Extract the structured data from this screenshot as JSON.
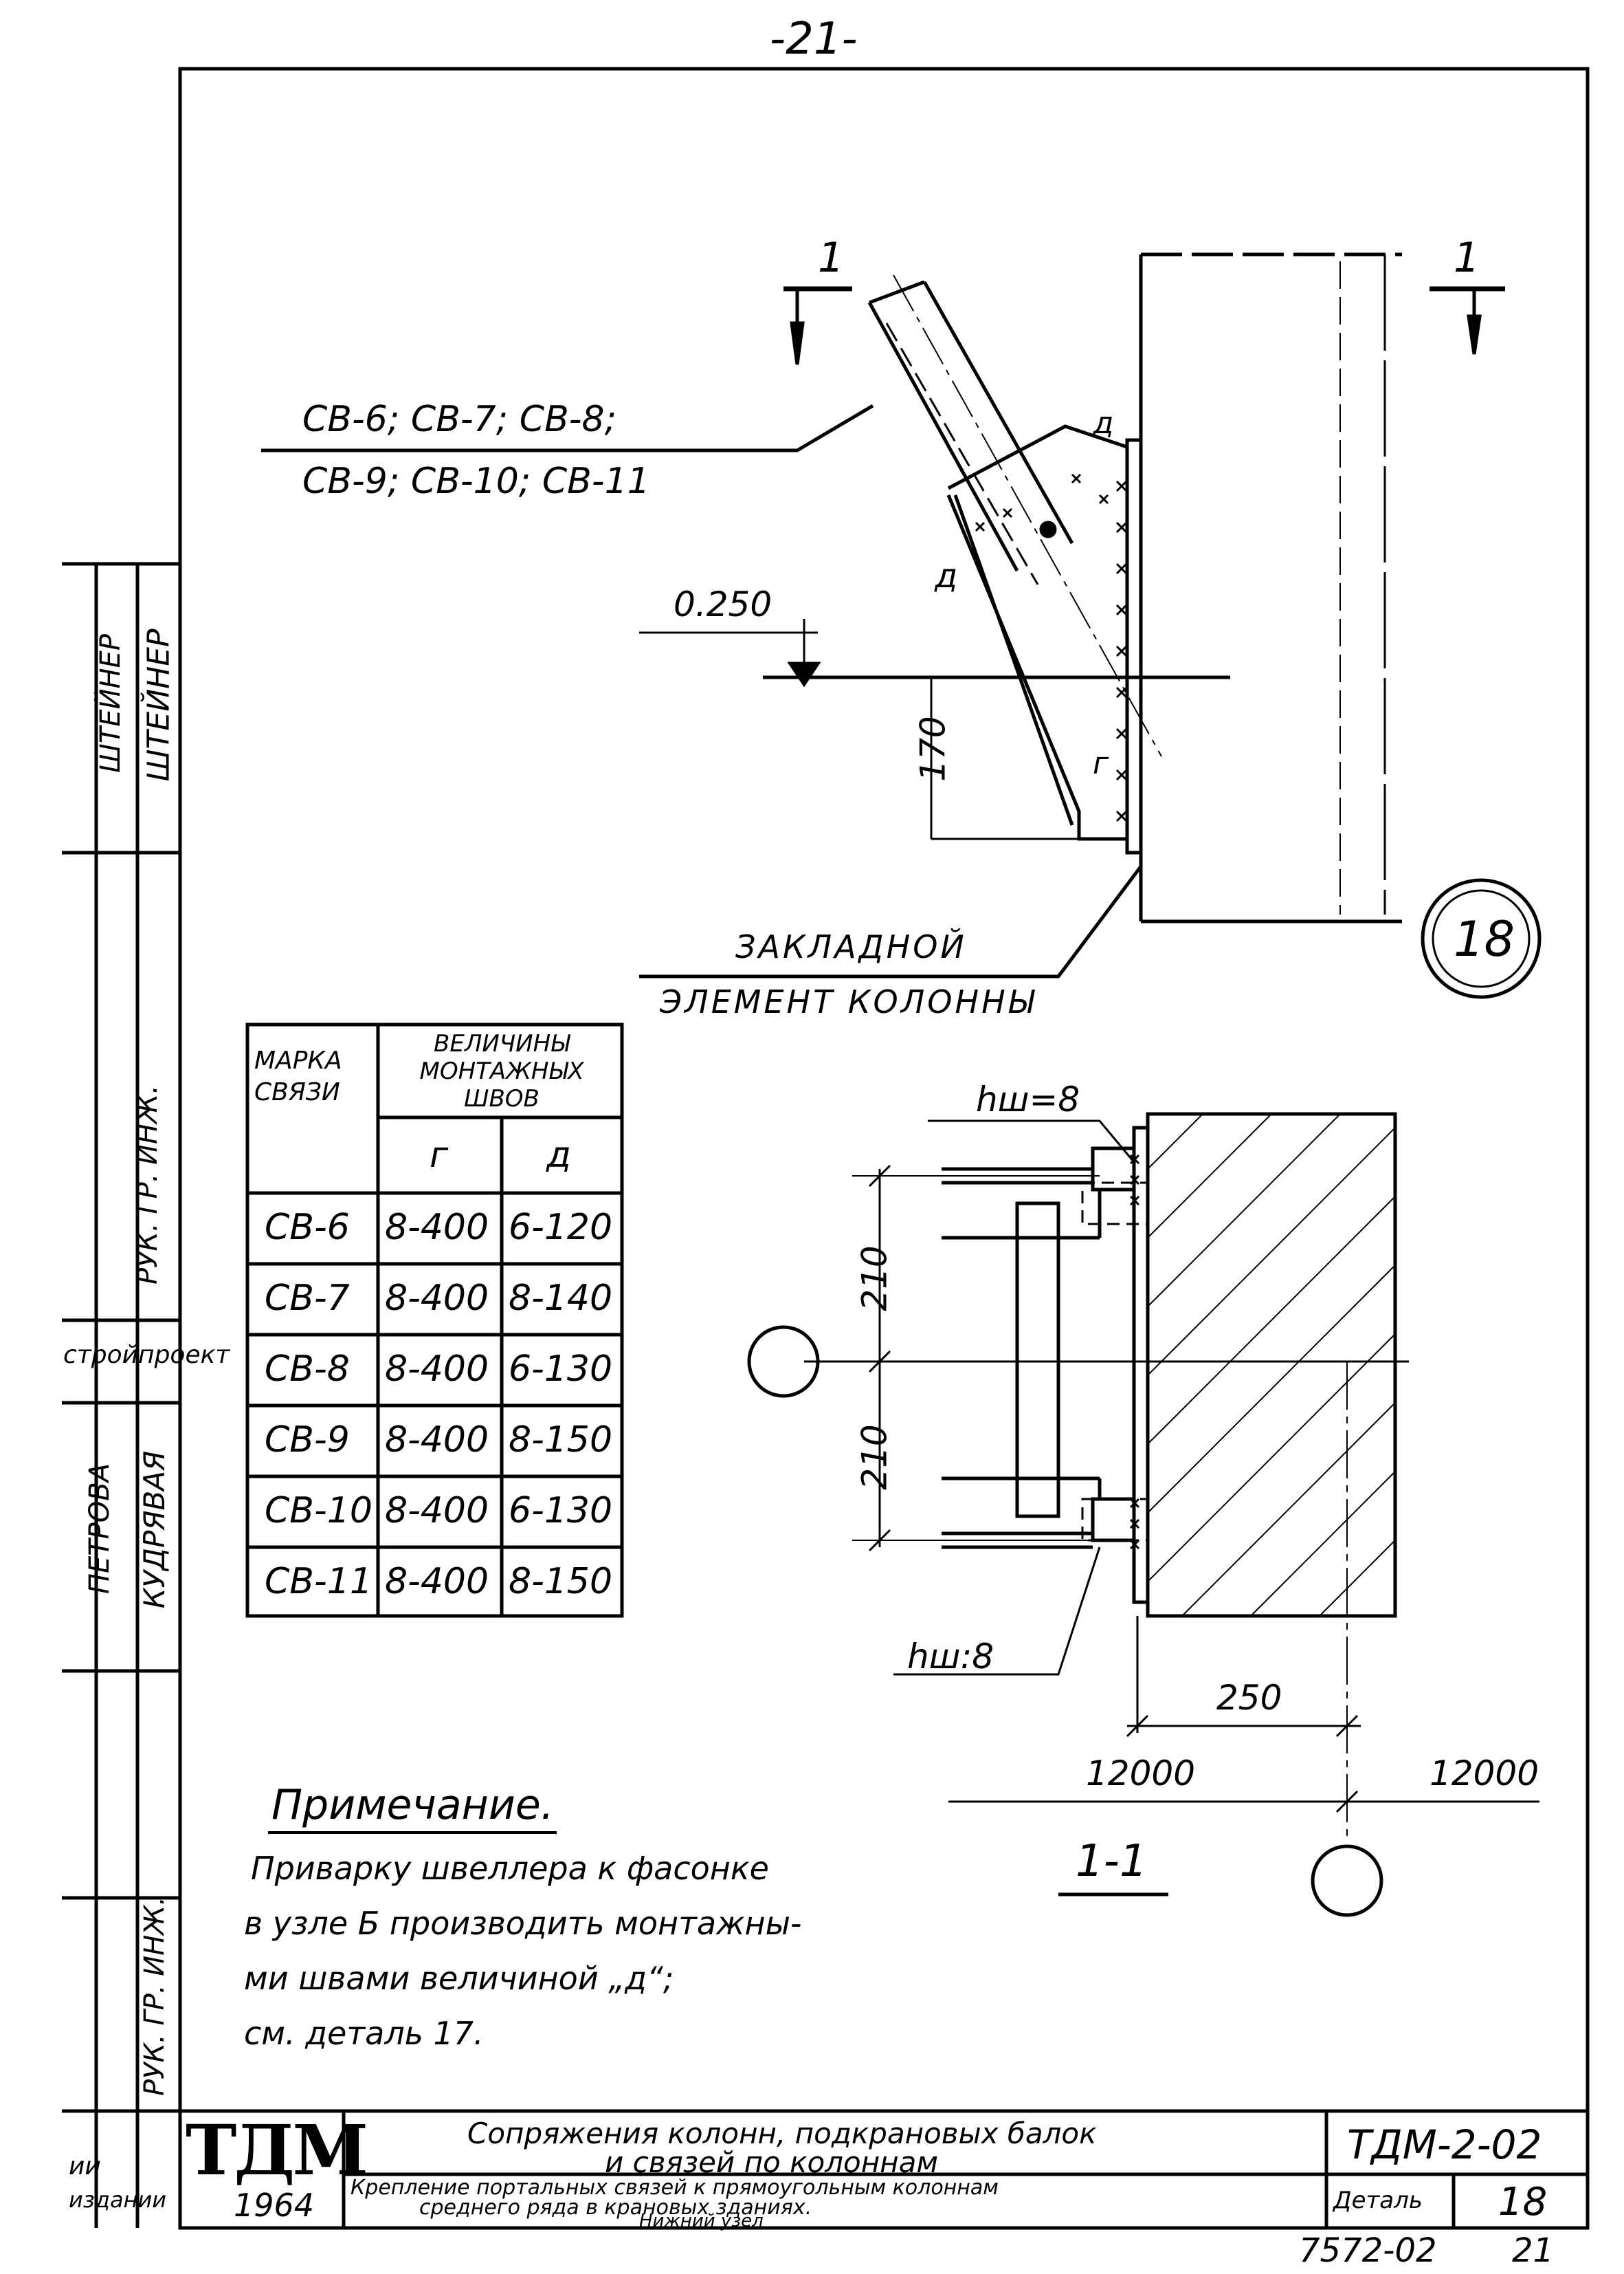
{
  "page_number": "-21-",
  "section_markers": {
    "left": "1",
    "right": "1"
  },
  "brace_marks": "СВ-6; СВ-7; СВ-8;",
  "brace_marks_2": "СВ-9; СВ-10; СВ-11",
  "elevation": "0.250",
  "dim_170": "170",
  "weld_g": "г",
  "weld_d": "д",
  "embedded_label_1": "ЗАКЛАДНОЙ",
  "embedded_label_2": "ЭЛЕМЕНТ КОЛОННЫ",
  "detail_circle": "18",
  "table": {
    "col1_header": "МАРКА СВЯЗИ",
    "col2_header": "ВЕЛИЧИНЫ МОНТАЖНЫХ ШВОВ",
    "sub_g": "г",
    "sub_d": "д",
    "rows": [
      {
        "mark": "СВ-6",
        "g": "8-400",
        "d": "6-120"
      },
      {
        "mark": "СВ-7",
        "g": "8-400",
        "d": "8-140"
      },
      {
        "mark": "СВ-8",
        "g": "8-400",
        "d": "6-130"
      },
      {
        "mark": "СВ-9",
        "g": "8-400",
        "d": "8-150"
      },
      {
        "mark": "СВ-10",
        "g": "8-400",
        "d": "6-130"
      },
      {
        "mark": "СВ-11",
        "g": "8-400",
        "d": "8-150"
      }
    ]
  },
  "section": {
    "hw_top": "hш=8",
    "hw_bottom": "hш:8",
    "dim_210a": "210",
    "dim_210b": "210",
    "dim_250": "250",
    "dim_12000_left": "12000",
    "dim_12000_right": "12000",
    "label": "1-1"
  },
  "note": {
    "title": "Примечание.",
    "lines": [
      "Приварку швеллера к фасонке",
      "в узле Б производить монтажны-",
      "ми швами величиной „д“;",
      "см. деталь 17."
    ]
  },
  "title_block": {
    "logo": "ТДМ",
    "year": "1964",
    "title_1": "Сопряжения колонн, подкрановых балок",
    "title_2": "и связей по колоннам",
    "subtitle_1": "Крепление портальных связей к прямоугольным колоннам",
    "subtitle_2": "среднего ряда в крановых зданиях.",
    "subtitle_3": "Нижний узел",
    "code": "ТДМ-2-02",
    "detail_label": "Деталь",
    "detail_no": "18",
    "footer_code": "7572-02",
    "footer_page": "21"
  },
  "left_strip": {
    "names": [
      "ШТЕЙНЕР",
      "ШТЕЙНЕР",
      "РУК. ГР. ИНЖ.",
      "ПЕТРОВА",
      "КУДРЯВАЯ",
      "РУК. ГР. ИНЖ."
    ],
    "org_1": "стройпроект",
    "org_2": "ии",
    "org_3": "издании"
  },
  "colors": {
    "ink": "#000000",
    "paper": "#ffffff"
  }
}
